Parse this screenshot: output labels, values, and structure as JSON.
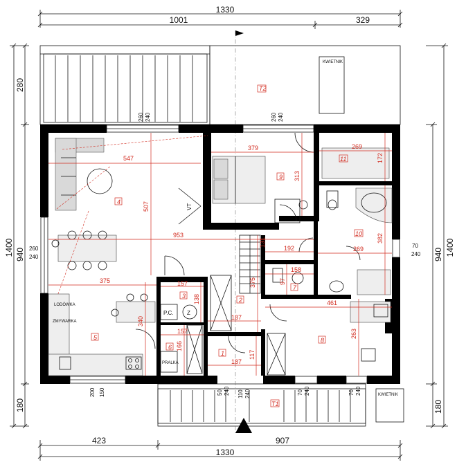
{
  "dimensions": {
    "top_total": "1330",
    "top_left": "1001",
    "top_right": "329",
    "bottom_total": "1330",
    "bottom_left": "423",
    "bottom_right": "907",
    "left_total": "1400",
    "left_top": "280",
    "left_mid": "940",
    "left_bottom": "180",
    "right_total": "1400",
    "right_mid": "940",
    "right_bottom": "180"
  },
  "openings": {
    "o1_a": "260",
    "o1_b": "240",
    "o2_a": "260",
    "o2_b": "240",
    "o3_a": "260",
    "o3_b": "240",
    "o4_a": "70",
    "o4_b": "240",
    "o5_a": "200",
    "o5_b": "150",
    "o6_a": "50",
    "o6_b": "240",
    "o7_a": "110",
    "o7_b": "240",
    "o8_a": "70",
    "o8_b": "240",
    "o9_a": "70",
    "o9_b": "240"
  },
  "rooms": [
    {
      "num": "1"
    },
    {
      "num": "2"
    },
    {
      "num": "3"
    },
    {
      "num": "4"
    },
    {
      "num": "5"
    },
    {
      "num": "6"
    },
    {
      "num": "7"
    },
    {
      "num": "8"
    },
    {
      "num": "9"
    },
    {
      "num": "10"
    },
    {
      "num": "11"
    },
    {
      "num": "T1"
    },
    {
      "num": "T2"
    }
  ],
  "inner_dims": {
    "d547": "547",
    "d507": "507",
    "d953": "953",
    "d375a": "375",
    "d340": "340",
    "d379": "379",
    "d313": "313",
    "d269a": "269",
    "d172": "172",
    "d269b": "269",
    "d382": "382",
    "d192": "192",
    "d158": "158",
    "d97": "97",
    "d461": "461",
    "d263": "263",
    "d157a": "157",
    "d138": "138",
    "d157b": "157",
    "d166": "166",
    "d187a": "187",
    "d187b": "187",
    "d117": "117",
    "d375b": "375",
    "d131": "131"
  },
  "labels": {
    "kwietnik_top": "KWIETNIK",
    "kwietnik_bottom": "KWIETNIK",
    "lodowka": "LODÓWKA",
    "zmywarka": "ZMYWARKA",
    "pc": "P.C.",
    "z": "Z",
    "pralka": "PRALKA",
    "vt": "VT"
  }
}
